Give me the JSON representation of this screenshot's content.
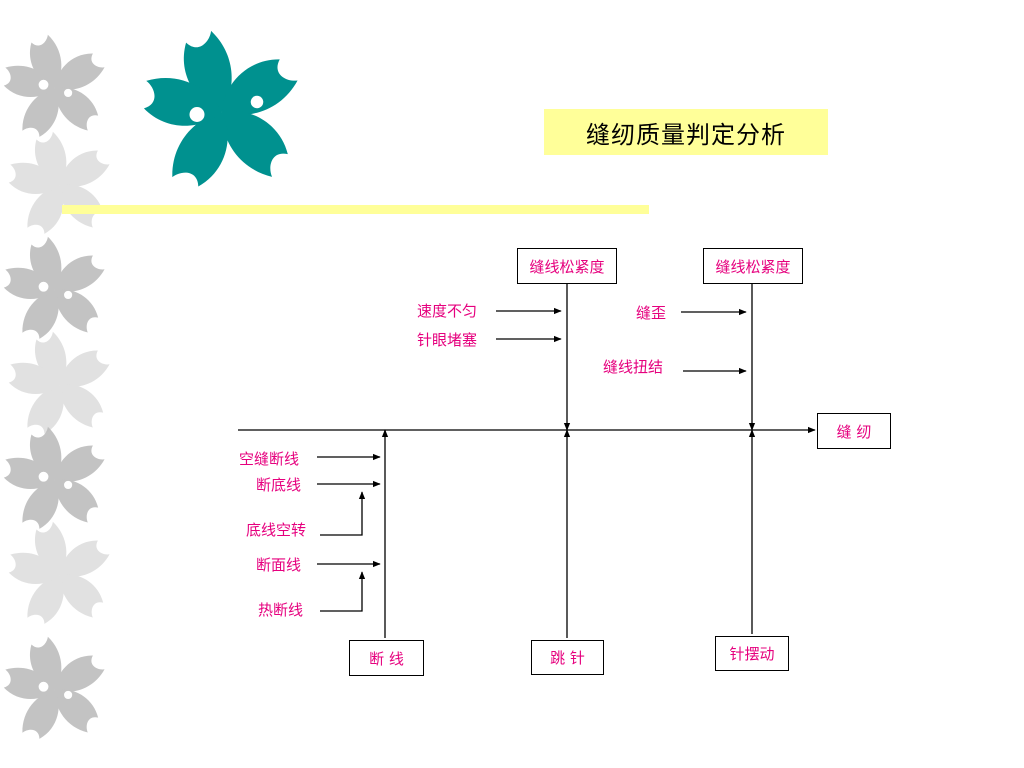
{
  "title": "缝纫质量判定分析",
  "colors": {
    "accent": "#ffff99",
    "label": "#e6007e",
    "flower_teal": "#00918f",
    "flower_gray": "#bdbdbd"
  },
  "diagram": {
    "effect": "缝 纫",
    "top_categories": [
      {
        "label": "缝线松紧度",
        "causes": [
          "速度不匀",
          "针眼堵塞"
        ]
      },
      {
        "label": "缝线松紧度",
        "causes": [
          "缝歪",
          "缝线扭结"
        ]
      }
    ],
    "bottom_categories": [
      {
        "label": "断 线",
        "causes": [
          "空缝断线",
          "断底线",
          "底线空转",
          "断面线",
          "热断线"
        ]
      },
      {
        "label": "跳 针",
        "causes": []
      },
      {
        "label": "针摆动",
        "causes": []
      }
    ]
  }
}
